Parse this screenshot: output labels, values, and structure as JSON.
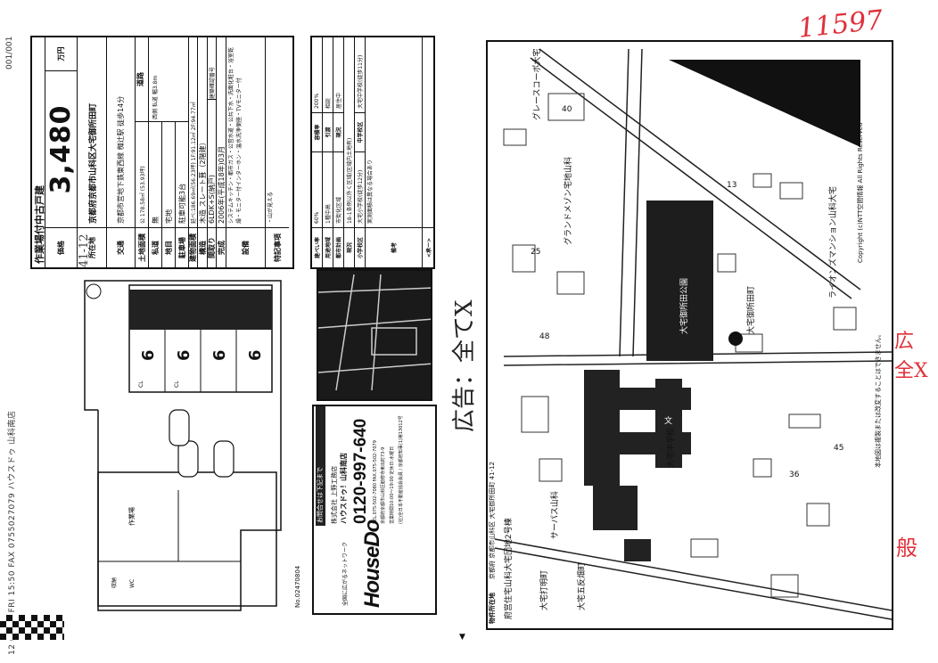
{
  "fax": {
    "header": "12 05/28 FRI 15:50 FAX 0755027079 ハウスドゥ 山科南店",
    "page": "001/001"
  },
  "flyer": {
    "title": "作業場付中古戸建",
    "price": {
      "label": "価格",
      "value": "3,480",
      "unit": "万円"
    },
    "address": {
      "label": "所在地",
      "value": "京都府京都市山科区大宅御所田町"
    },
    "traffic": {
      "label": "交通",
      "value": "京都市営地下鉄東西線 椥辻駅 徒歩14分"
    },
    "land_area": {
      "label": "土地面積",
      "value": "公 178.58㎡ (53.93坪)"
    },
    "private_road": {
      "label": "私道",
      "value": "無"
    },
    "land_category": {
      "label": "地目",
      "value": "宅地"
    },
    "parking": {
      "label": "駐車場",
      "value": "駐車可能3台"
    },
    "road": {
      "label": "道路",
      "value": "西側 私道 幅3.8m"
    },
    "building_area": {
      "label": "建物面積",
      "value": "延べ:186.69㎡(56.23坪) 1F:91.12㎡ 2F:94.77㎡"
    },
    "structure": {
      "label": "構造",
      "value": "木造 スレート葺（2階建）"
    },
    "layout": {
      "label": "間取り",
      "value": "6LDK+S(納戸)",
      "note": "建築確認番号"
    },
    "completed": {
      "label": "完成",
      "value": "2006年(平成18年)03月"
    },
    "equipment": {
      "label": "設備",
      "value": "システムキッチン・都市ガス・公営水道・公共下水・洗面化粧台・浴室乾燥・モニター付インターホン・温水洗浄便座・TVモニター付"
    },
    "notes": {
      "label": "特記事項",
      "value": "・山が見える"
    },
    "coverage": {
      "label": "建ぺい率",
      "value": "60%",
      "label2": "容積率",
      "value2": "200%"
    },
    "zoning": {
      "label": "用途地域",
      "value": "1種中高",
      "label2": "引渡",
      "value2": "相談"
    },
    "city_plan": {
      "label": "都市計画",
      "value": "市街化区域",
      "label2": "現況",
      "value2": "居住中"
    },
    "status": {
      "label": "現況",
      "value": "18-1条例以外く区域(区域内土地有)"
    },
    "school": {
      "label": "小学校区",
      "value": "大宅小学校(徒歩12分)",
      "label2": "中学校区",
      "value2": "大宅中学校(徒歩11分)"
    },
    "remarks": {
      "label": "備考",
      "value": "実測面積は異なる場合あり"
    },
    "approval": "<承ー>",
    "handwritten_lot": "41-12",
    "plan_labels": {
      "workshop": "作業場",
      "storage": "収納",
      "wc": "WC",
      "cl": "CL",
      "room": "6"
    }
  },
  "contact": {
    "banner": "お問合せは下記まで",
    "company": "株式会社 上野工務店",
    "shop": "ハウスドゥ！山科南店",
    "phone": "0120-997-640",
    "tel_fax": "TEL.075-502-7080 FAX.075-502-7079",
    "address": "京都府京都市山科区勧修寺東出町73-9",
    "hours": "営業時間10:00〜19:00 定休日:水曜日",
    "license": "(社)全日本不動産協会会員 / 京都府知事(1)第13012号",
    "network": "全国に広がるネットワーク",
    "logo": "HouseDo",
    "doc_no": "No.02470804"
  },
  "annotations": {
    "ad": "広告：全てX",
    "number": "11597",
    "red1": "広",
    "red2": "全X",
    "red3": "般"
  },
  "map": {
    "caption_label": "物件所在地",
    "caption": "京都府 京都市山科区 大宅御所田町 41-12",
    "copyright": "Copyright (c)NTT空間情報 All Rights Reserved",
    "notice": "本地図は複製または改変することはできません。",
    "labels": [
      "大宅御所田町",
      "大宅御所田公園",
      "大宅中学校",
      "グランドメゾン宅地山科",
      "ライオンズマンション山科大宅",
      "サーパス山科",
      "大宅打明町",
      "府営住宅山科大宅団地2号棟",
      "大宅五反畑町",
      "グレースコーポ大宅",
      "文",
      "40",
      "45",
      "36",
      "25",
      "48",
      "13"
    ]
  },
  "marker": "▼"
}
